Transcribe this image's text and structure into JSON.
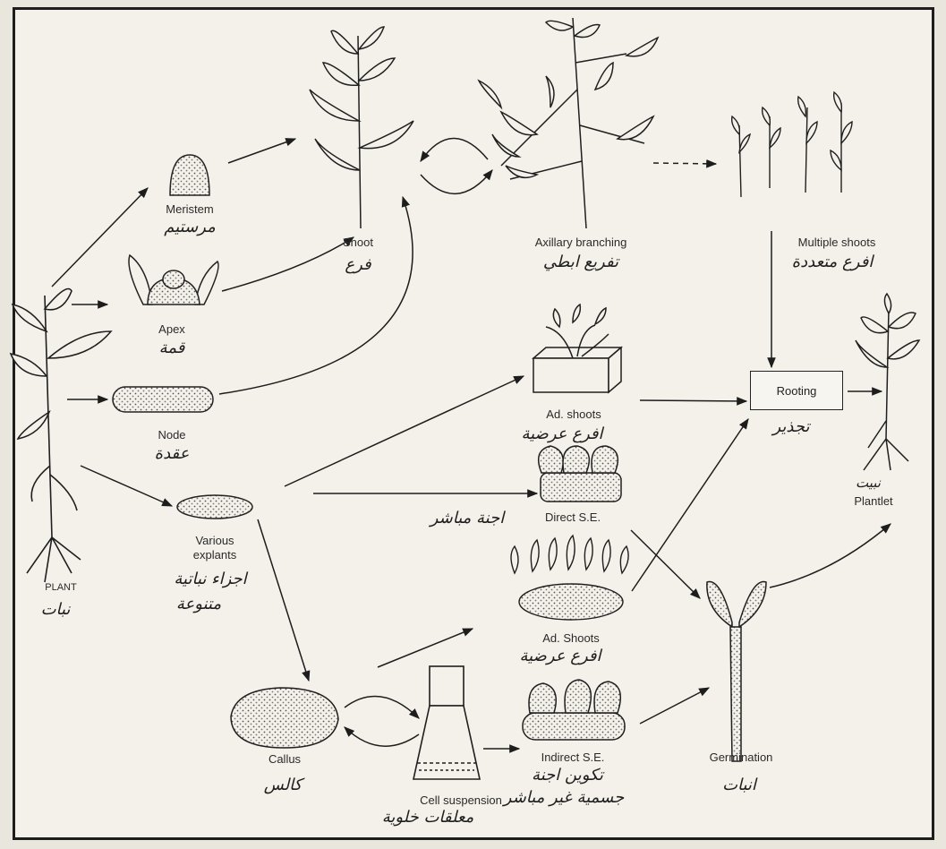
{
  "labels": {
    "meristem": "Meristem",
    "meristem_ar": "مرستيم",
    "shoot": "Shoot",
    "shoot_ar": "فرع",
    "axillary": "Axillary branching",
    "axillary_ar": "تفريع ابطي",
    "multiple": "Multiple shoots",
    "multiple_ar": "افرع متعددة",
    "apex": "Apex",
    "apex_ar": "قمة",
    "node": "Node",
    "node_ar": "عقدة",
    "various1": "Various",
    "various2": "explants",
    "various_ar1": "اجزاء نباتية",
    "various_ar2": "متنوعة",
    "plant": "PLANT",
    "plant_ar": "نبات",
    "ad_shoots1": "Ad. shoots",
    "ad_shoots1_ar": "افرع عرضية",
    "direct_se": "Direct S.E.",
    "direct_se_ar": "اجنة مباشر",
    "ad_shoots2": "Ad. Shoots",
    "ad_shoots2_ar": "افرع عرضية",
    "indirect_se": "Indirect S.E.",
    "indirect_se_ar1": "تكوين اجنة",
    "indirect_se_ar2": "جسمية غير مباشر",
    "rooting": "Rooting",
    "rooting_ar": "تجذير",
    "plantlet": "Plantlet",
    "plantlet_ar": "نبيت",
    "germination": "Germination",
    "germination_ar": "انبات",
    "callus": "Callus",
    "callus_ar": "كالس",
    "cell_suspension": "Cell suspension",
    "cell_suspension_ar": "معلقات خلوية"
  }
}
